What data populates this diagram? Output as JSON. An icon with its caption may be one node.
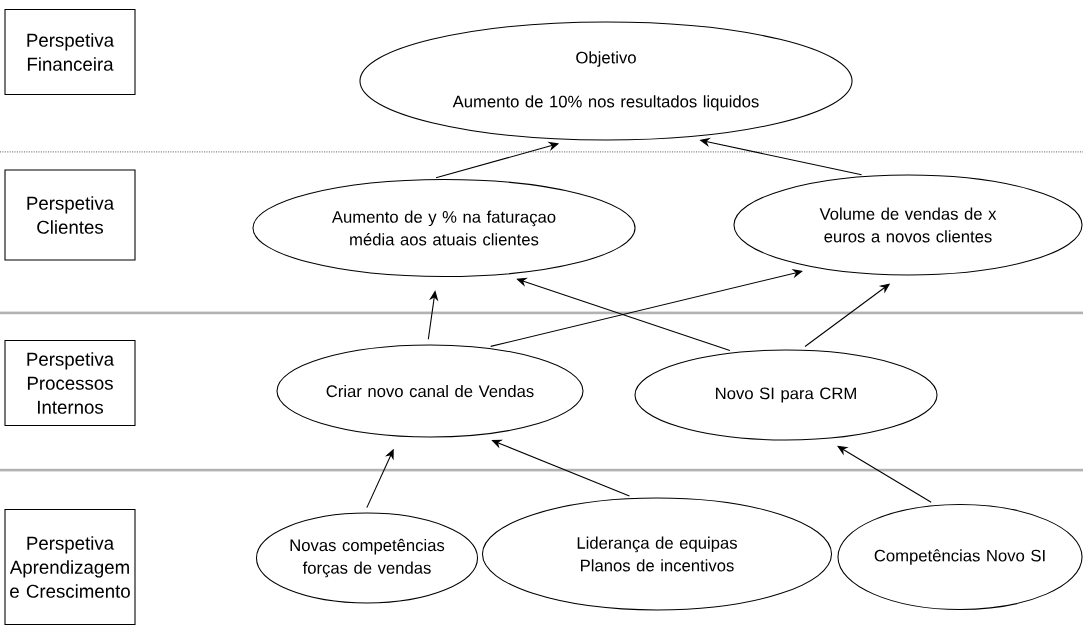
{
  "diagram": {
    "nodes": [
      {
        "text": [
          "Perspetiva Financeira"
        ]
      },
      {
        "text": [
          "Objetivo",
          "Aumento de 10% nos resultados liquidos"
        ]
      },
      {
        "text": [
          "Perspetiva Clientes"
        ]
      },
      {
        "text": [
          "Aumento de y % na faturaçao média aos atuais clientes"
        ]
      },
      {
        "text": [
          "Volume de vendas de x euros a novos clientes"
        ]
      },
      {
        "text": [
          "Perspetiva Processos Internos"
        ]
      },
      {
        "text": [
          "Criar novo canal de Vendas"
        ]
      },
      {
        "text": [
          "Novo SI para CRM"
        ]
      },
      {
        "text": [
          "Perspetiva Aprendizagem e Crescimento"
        ]
      },
      {
        "text": [
          "Novas competências forças de vendas"
        ]
      },
      {
        "text": [
          "Liderança de equipas Planos de incentivos"
        ]
      },
      {
        "text": [
          "Competências Novo SI"
        ]
      }
    ],
    "edges": [
      {
        "from": 3,
        "to": 1,
        "arrow": "to"
      },
      {
        "from": 4,
        "to": 1,
        "arrow": "to"
      },
      {
        "from": 6,
        "to": 3,
        "arrow": "to"
      },
      {
        "from": 6,
        "to": 4,
        "arrow": "to"
      },
      {
        "from": 7,
        "to": 3,
        "arrow": "to"
      },
      {
        "from": 7,
        "to": 4,
        "arrow": "to"
      },
      {
        "from": 9,
        "to": 6,
        "arrow": "to"
      },
      {
        "from": 10,
        "to": 6,
        "arrow": "to"
      },
      {
        "from": 11,
        "to": 7,
        "arrow": "to"
      }
    ]
  }
}
